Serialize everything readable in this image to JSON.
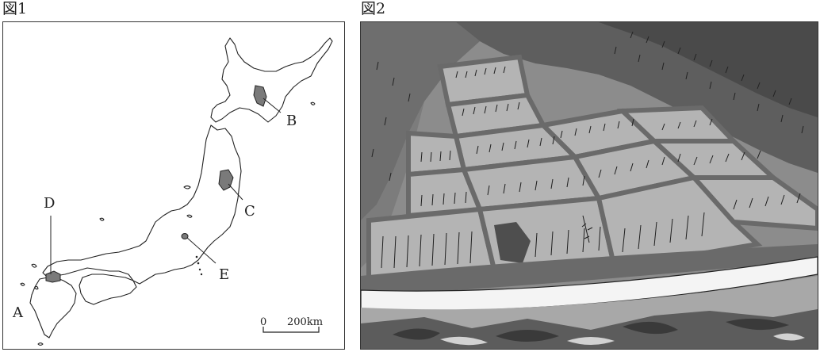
{
  "figure1": {
    "title": "図1",
    "labels": {
      "A": "A",
      "B": "B",
      "C": "C",
      "D": "D",
      "E": "E"
    },
    "scale_bar": {
      "zero": "0",
      "distance": "200km"
    }
  },
  "figure2": {
    "title": "図2"
  },
  "colors": {
    "region_fill": "#7a7a7a",
    "outline": "#222222"
  }
}
